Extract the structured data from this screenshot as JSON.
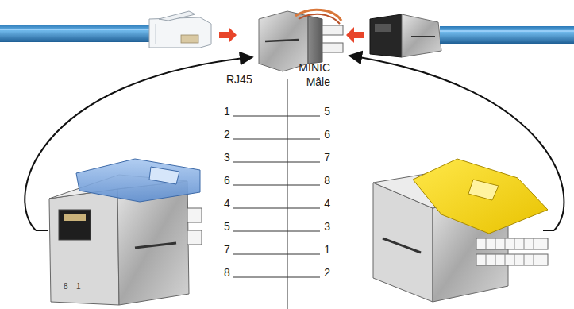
{
  "diagram": {
    "labels": [
      "RJ45",
      "MINIC Mâle",
      "1",
      "5",
      "2",
      "6",
      "3",
      "7",
      "6",
      "8",
      "4",
      "4",
      "5",
      "3",
      "7",
      "1",
      "8",
      "2",
      "8",
      "1"
    ]
  }
}
